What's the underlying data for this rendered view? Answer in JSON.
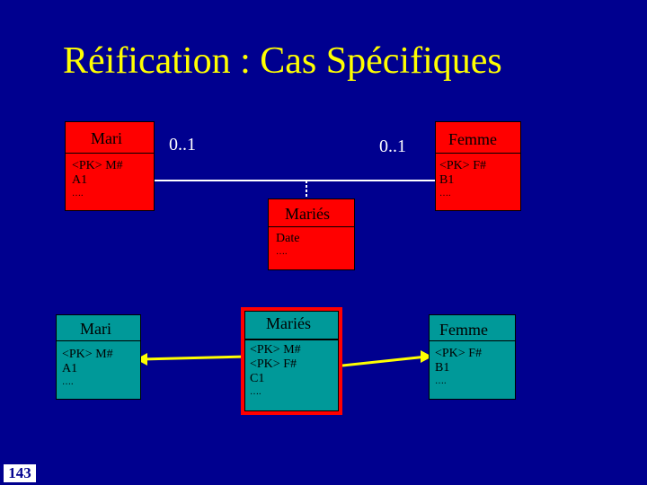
{
  "title": "Réification : Cas Spécifiques",
  "page_number": "143",
  "top_diagram": {
    "mari": {
      "name": "Mari",
      "attrs": [
        "<PK> M#",
        "A1",
        "…."
      ]
    },
    "femme": {
      "name": "Femme",
      "attrs": [
        "<PK> F#",
        "B1",
        "…."
      ]
    },
    "maries": {
      "name": "Mariés",
      "attrs": [
        "Date",
        "…."
      ]
    },
    "mult_left": "0..1",
    "mult_right": "0..1"
  },
  "bottom_diagram": {
    "mari": {
      "name": "Mari",
      "attrs": [
        "<PK> M#",
        "A1",
        "…."
      ]
    },
    "maries": {
      "name": "Mariés",
      "attrs": [
        "<PK> M#",
        "<PK> F#",
        "C1",
        "…."
      ]
    },
    "femme": {
      "name": "Femme",
      "attrs": [
        "<PK> F#",
        "B1",
        "…."
      ]
    }
  },
  "colors": {
    "background": "#00008f",
    "title": "#ffff00",
    "class_red": "#ff0000",
    "class_teal": "#009999",
    "link_yellow": "#ffff00"
  }
}
